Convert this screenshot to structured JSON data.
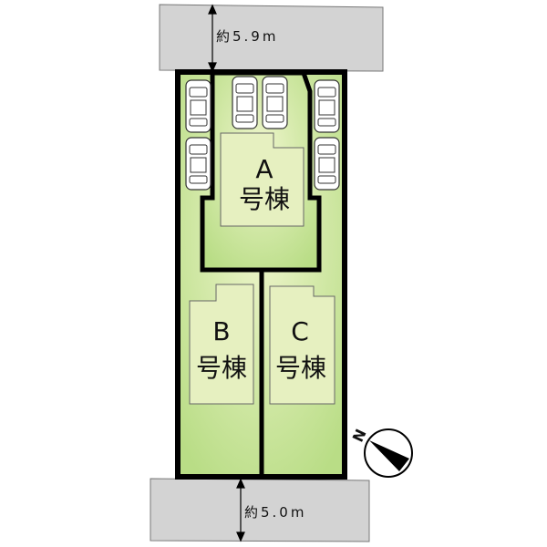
{
  "roads": {
    "north": {
      "width_label": "約5.9m"
    },
    "south": {
      "width_label": "約5.0m"
    }
  },
  "lots": [
    {
      "letter": "A",
      "suffix": "号棟"
    },
    {
      "letter": "B",
      "suffix": "号棟"
    },
    {
      "letter": "C",
      "suffix": "号棟"
    }
  ],
  "compass": {
    "label": "N"
  },
  "colors": {
    "road": "#d3d3d3",
    "lot_light": "#eaf3c4",
    "lot_dark": "#bfe08a",
    "border": "#000000"
  }
}
